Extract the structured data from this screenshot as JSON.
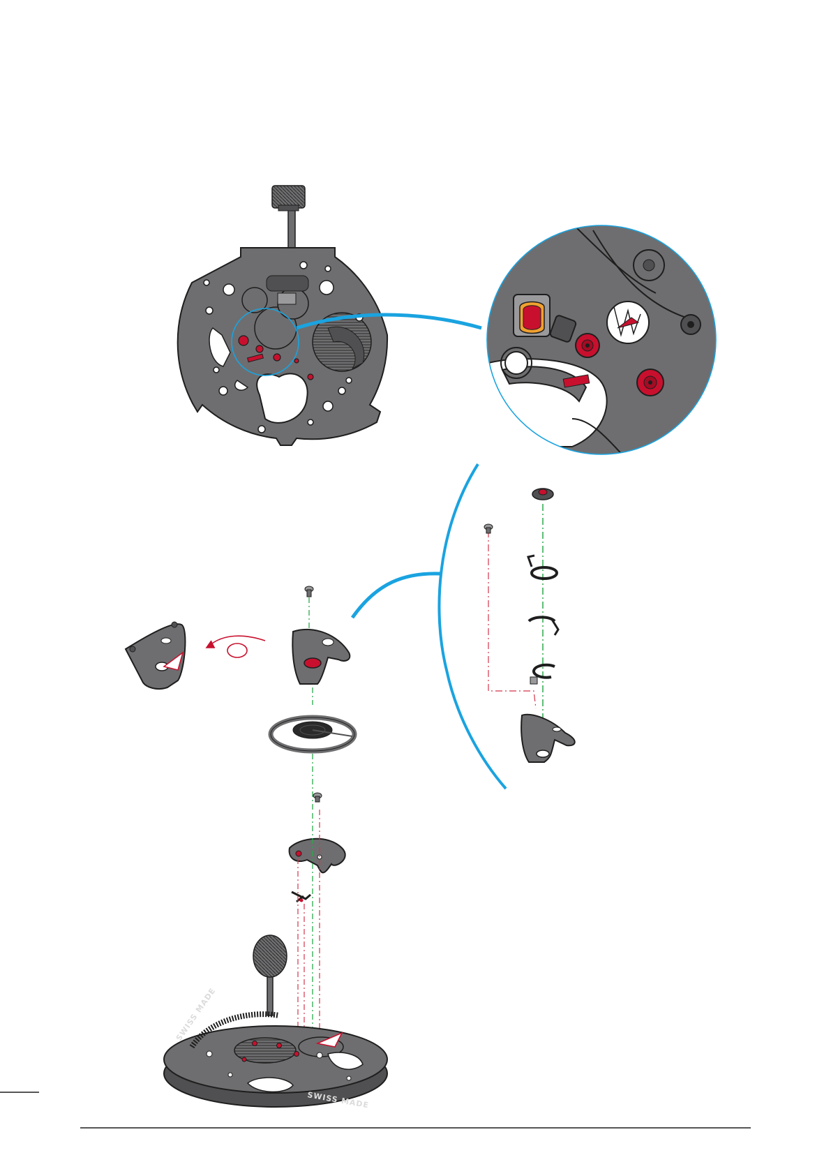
{
  "page": {
    "title": "Watch movement assembly diagram",
    "movement_engravings": [
      "SWISS MADE",
      "SWISS MADE"
    ]
  },
  "colors": {
    "metal": "#6e6e70",
    "metal_dark": "#505052",
    "metal_light": "#9a9a9c",
    "outline": "#1e1e1e",
    "jewel_red": "#c8102e",
    "callout_blue": "#1aa3e0",
    "axis_green": "#2aa84a",
    "axis_red": "#d2354a",
    "spring_orange": "#f0a030"
  },
  "icons": [
    "crown-icon",
    "rotate-arrow-icon",
    "magnifier-callout-icon",
    "screw-icon",
    "balance-wheel-icon"
  ]
}
